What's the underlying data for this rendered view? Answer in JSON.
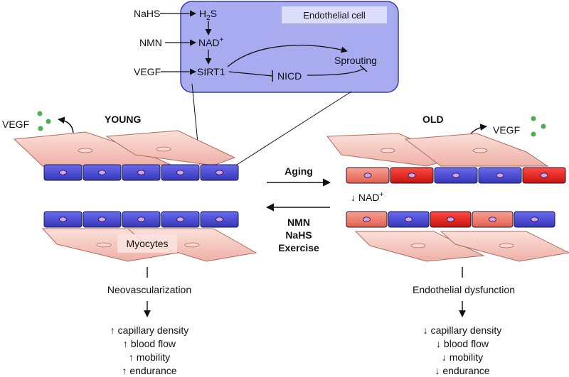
{
  "inset": {
    "title": "Endothelial cell",
    "inputs": [
      "NaHS",
      "NMN",
      "VEGF"
    ],
    "h2s": "H",
    "h2s_sub": "2",
    "h2s_tail": "S",
    "nad": "NAD",
    "nad_sup": "+",
    "sirt1": "SIRT1",
    "nicd": "NICD",
    "sprouting": "Sprouting"
  },
  "young": {
    "title": "YOUNG",
    "vegf": "VEGF",
    "myocytes": "Myocytes",
    "outcome": "Neovascularization",
    "effects": [
      "↑ capillary density",
      "↑ blood flow",
      "↑ mobility",
      "↑ endurance"
    ]
  },
  "old": {
    "title": "OLD",
    "vegf": "VEGF",
    "nad_down": "↓ NAD",
    "nad_sup": "+",
    "outcome": "Endothelial dysfunction",
    "effects": [
      "↓ capillary density",
      "↓ blood flow",
      "↓ mobility",
      "↓ endurance"
    ]
  },
  "transitions": {
    "forward": "Aging",
    "reverse": [
      "NMN",
      "NaHS",
      "Exercise"
    ]
  },
  "colors": {
    "inset_fill": "#a8abf0",
    "inset_stroke": "#3a3fa8",
    "endothelial_blue": "#4f4fd6",
    "endothelial_red": "#e8201c",
    "endothelial_salmon": "#f07b6a",
    "myocyte_fill": "#f5c4bc",
    "vegf_dot": "#4caf50"
  }
}
